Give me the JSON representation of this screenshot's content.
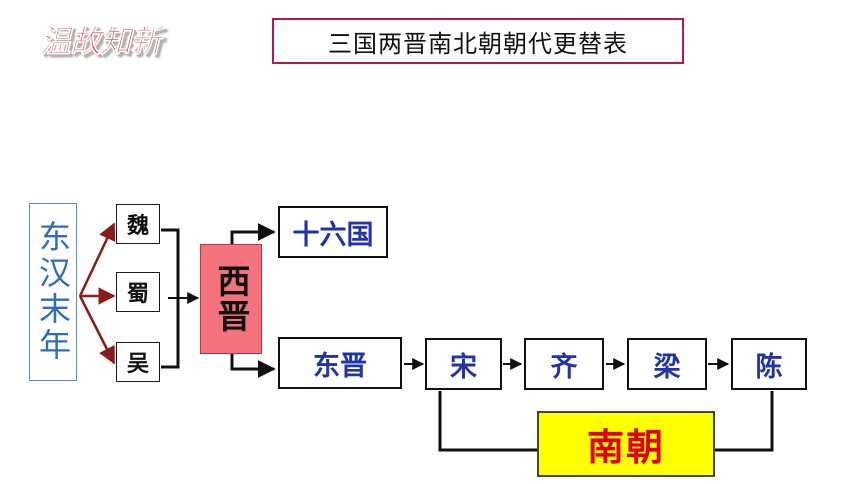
{
  "header": {
    "badge": "温故知新",
    "title": "三国两晋南北朝朝代更替表"
  },
  "diagram": {
    "origin": "东汉末年",
    "kingdoms": [
      "魏",
      "蜀",
      "吴"
    ],
    "western_jin": "西晋",
    "sixteen_kingdoms": "十六国",
    "eastern_jin": "东晋",
    "southern_dynasties": [
      "宋",
      "齐",
      "梁",
      "陈"
    ],
    "southern_group": "南朝"
  },
  "colors": {
    "badge": "#e8202a",
    "title_border": "#b0185a",
    "origin_text": "#2f6db6",
    "arrow_dark_red": "#8b1a1a",
    "western_jin_fill": "#f2737d",
    "blue_text": "#2133a8",
    "southern_fill": "#ffff00",
    "southern_text": "#e00000"
  }
}
